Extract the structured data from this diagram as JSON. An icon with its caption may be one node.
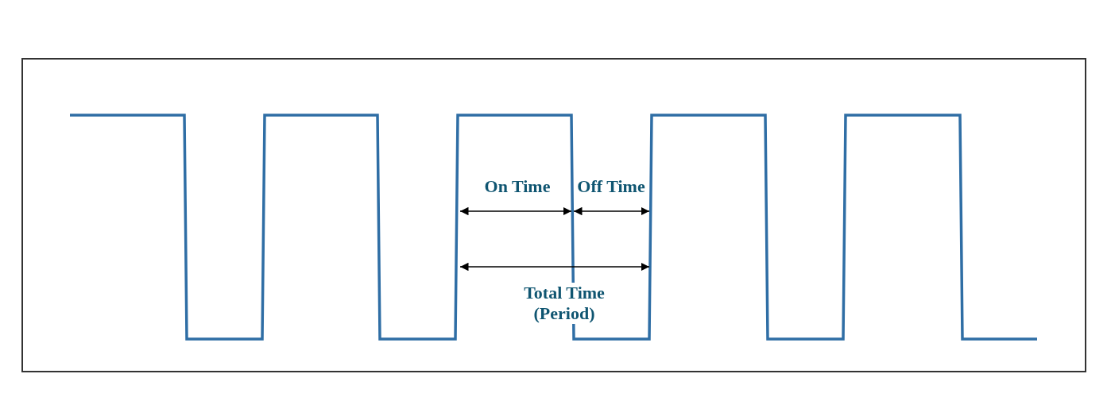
{
  "diagram": {
    "labels": [
      "On Time",
      "Off Time",
      "Total Time (Period)"
    ]
  }
}
